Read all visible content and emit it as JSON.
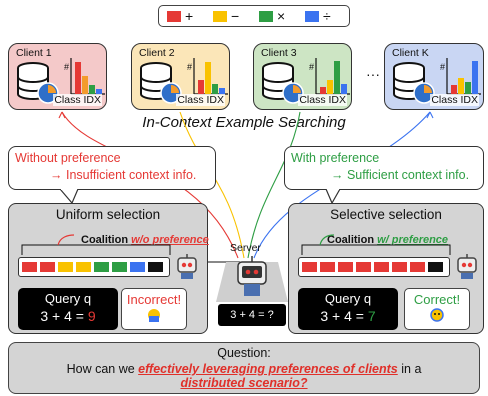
{
  "legend": {
    "items": [
      {
        "color": "#e53935",
        "op": "+"
      },
      {
        "color": "#f9c200",
        "op": "−"
      },
      {
        "color": "#2e9e44",
        "op": "×"
      },
      {
        "color": "#3b73f0",
        "op": "÷"
      }
    ]
  },
  "clients": [
    {
      "name": "Client 1",
      "bg": "#f4c9c9",
      "axis_label": "Class IDX"
    },
    {
      "name": "Client 2",
      "bg": "#fbe6b8",
      "axis_label": "Class IDX"
    },
    {
      "name": "Client 3",
      "bg": "#cde5c4",
      "axis_label": "Class IDX"
    },
    {
      "name": "Client K",
      "bg": "#c9d6f3",
      "axis_label": "Class IDX"
    }
  ],
  "count_symbol": "#",
  "ellipsis": "···",
  "section_title": "In-Context Example Searching",
  "without_pref": {
    "title": "Without preference",
    "detail": "→ Insufficient context info."
  },
  "with_pref": {
    "title": "With preference",
    "detail": "→ Sufficient context info."
  },
  "uniform": {
    "title": "Uniform selection",
    "coalition": "Coalition",
    "tag": "w/o preference",
    "query_label": "Query q",
    "expr": "3 + 4 = ",
    "answer": "9",
    "result": "Incorrect!"
  },
  "selective": {
    "title": "Selective selection",
    "coalition": "Coalition",
    "tag": "w/ preference",
    "query_label": "Query q",
    "expr": "3 + 4 = ",
    "answer": "7",
    "result": "Correct!"
  },
  "server": {
    "label": "Server",
    "query": "3 + 4 = ?"
  },
  "question": {
    "heading": "Question:",
    "pre": "How can we ",
    "emph1": "effectively leveraging preferences of clients",
    "mid": " in a",
    "emph2": "distributed scenario?"
  },
  "colors": {
    "red": "#e53935",
    "green": "#2e9e44",
    "yellow": "#f9c200",
    "blue": "#3b73f0"
  }
}
